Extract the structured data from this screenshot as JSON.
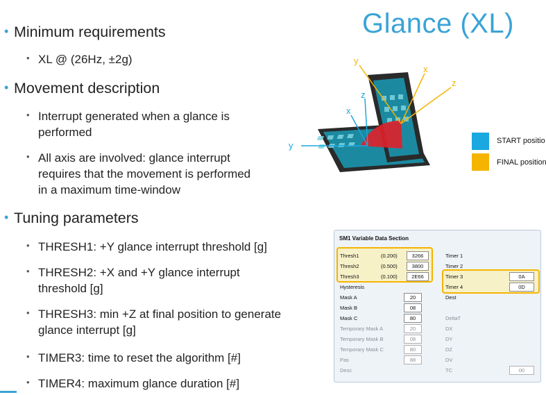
{
  "title": "Glance (XL)",
  "bullets": {
    "min_req": "Minimum requirements",
    "min_req_sub": "XL @ (26Hz, ±2g)",
    "movement": "Movement description",
    "movement_sub1_a": "Interrupt generated when a glance is",
    "movement_sub1_b": "performed",
    "movement_sub2_a": "All axis are involved: glance interrupt",
    "movement_sub2_b": "requires that the movement is performed",
    "movement_sub2_c": "in a maximum time-window",
    "tuning": "Tuning parameters",
    "t1": "THRESH1: +Y glance interrupt threshold [g]",
    "t2a": "THRESH2: +X and +Y glance interrupt",
    "t2b": "threshold [g]",
    "t3a": "THRESH3: min +Z at final position to generate",
    "t3b": "glance interrupt [g]",
    "t4": "TIMER3: time to reset the algorithm [#]",
    "t5": "TIMER4: maximum glance duration [#]"
  },
  "diagram": {
    "axis_y_final": "y",
    "axis_x_final": "x",
    "axis_z_final": "z",
    "axis_z_start": "z",
    "axis_x_start": "x",
    "axis_y_start": "y"
  },
  "legend": {
    "start_label": "START positio",
    "final_label": "FINAL position",
    "start_color": "#1aa8e0",
    "final_color": "#f5b400"
  },
  "sm_panel": {
    "header": "SM1 Variable Data Section",
    "thresh1": "Thresh1",
    "thresh1_val": "(0.200)",
    "thresh1_hex": "3266",
    "thresh2": "Thresh2",
    "thresh2_val": "(0.500)",
    "thresh2_hex": "3800",
    "thresh3": "Thresh3",
    "thresh3_val": "(0.100)",
    "thresh3_hex": "2E66",
    "hysteresis": "Hysteresis",
    "mask_a": "Mask A",
    "mask_a_v": "20",
    "mask_b": "Mask B",
    "mask_b_v": "08",
    "mask_c": "Mask C",
    "mask_c_v": "80",
    "tmask_a": "Temporary Mask A",
    "tmask_a_v": "20",
    "tmask_b": "Temporary Mask B",
    "tmask_b_v": "08",
    "tmask_c": "Temporary Mask C",
    "tmask_c_v": "80",
    "pas": "Pas",
    "pas_v": "88",
    "desc": "Desc",
    "timer1": "Timer 1",
    "timer2": "Timer 2",
    "timer3": "Timer 3",
    "timer3_v": "0A",
    "timer4": "Timer 4",
    "timer4_v": "0D",
    "dest": "Dest",
    "deltat": "DeltaT",
    "dx": "DX",
    "dy": "DY",
    "dz": "DZ",
    "dv": "DV",
    "tc": "TC",
    "tc_v": "00"
  }
}
